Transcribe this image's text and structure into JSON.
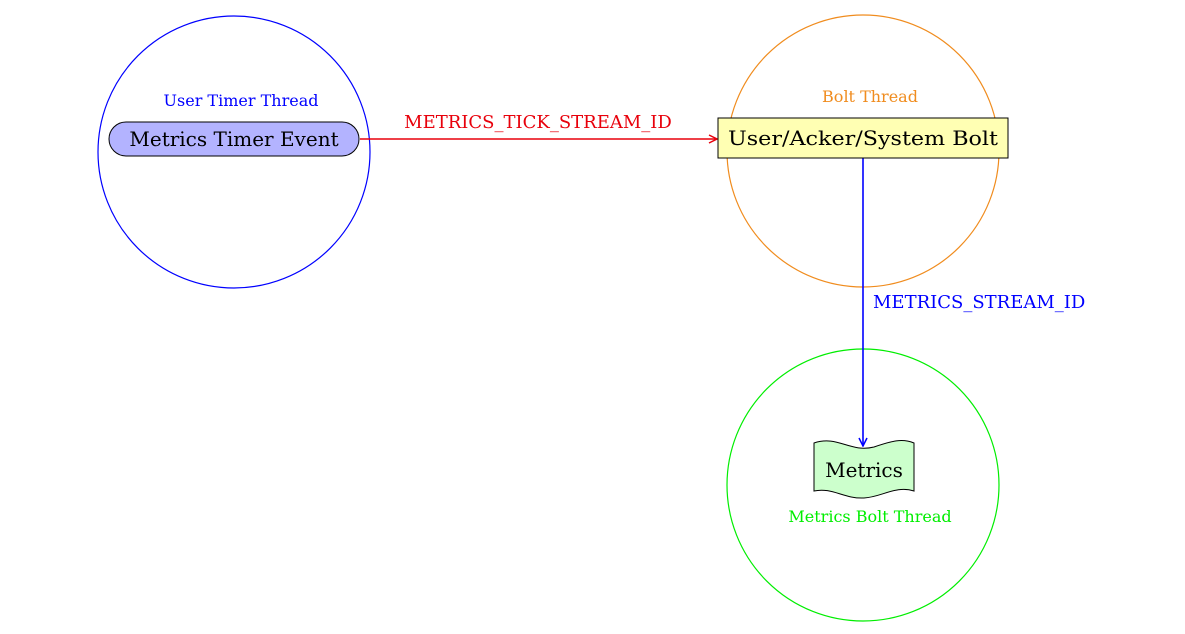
{
  "diagram": {
    "regions": {
      "user_timer_thread": {
        "label": "User Timer Thread",
        "color": "#0000ff"
      },
      "bolt_thread": {
        "label": "Bolt Thread",
        "color": "#f08c1e"
      },
      "metrics_bolt_thread": {
        "label": "Metrics Bolt Thread",
        "color": "#00ee00"
      }
    },
    "nodes": {
      "metrics_timer_event": {
        "label": "Metrics Timer Event",
        "fill": "#b3b3ff"
      },
      "system_bolt": {
        "label": "User/Acker/System Bolt",
        "fill": "#ffffb3"
      },
      "metrics": {
        "label": "Metrics",
        "fill": "#ccffcc"
      }
    },
    "edges": {
      "tick_stream": {
        "label": "METRICS_TICK_STREAM_ID",
        "color": "#e8000b"
      },
      "metrics_stream": {
        "label": "METRICS_STREAM_ID",
        "color": "#0000ff"
      }
    }
  }
}
